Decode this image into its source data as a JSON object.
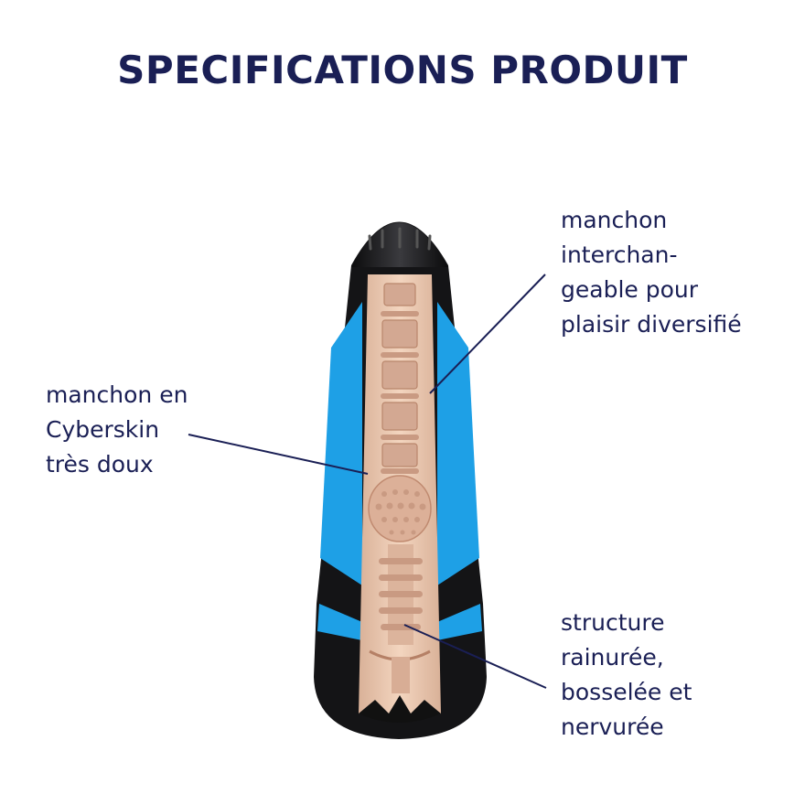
{
  "title": "SPECIFICATIONS PRODUIT",
  "colors": {
    "text": "#1a1f55",
    "shell": "#141416",
    "accent_blue": "#1ea0e6",
    "sleeve": "#ecc9b0",
    "ribs": "#c99a82"
  },
  "callouts": {
    "interchangeable": {
      "lines": [
        "manchon",
        "interchan-",
        "geable pour",
        "plaisir diversifié"
      ]
    },
    "material": {
      "lines": [
        "manchon en",
        "Cyberskin",
        "très doux"
      ]
    },
    "structure": {
      "lines": [
        "structure",
        "rainurée,",
        "bosselée et",
        "nervurée"
      ]
    }
  },
  "product_image": "product-cutaway-illustration"
}
